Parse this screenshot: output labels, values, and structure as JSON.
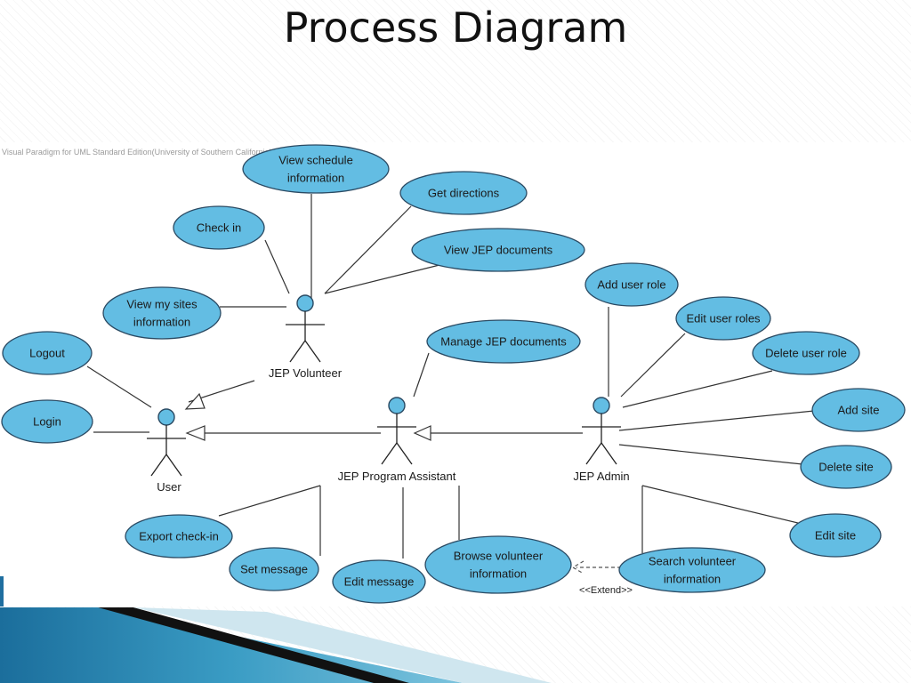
{
  "slide": {
    "title": "Process Diagram",
    "watermark": "Visual Paradigm for UML Standard Edition(University of Southern California)"
  },
  "actors": {
    "volunteer": "JEP Volunteer",
    "user": "User",
    "assistant": "JEP Program Assistant",
    "admin": "JEP Admin"
  },
  "use_cases": {
    "view_schedule": [
      "View schedule",
      "information"
    ],
    "get_directions": [
      "Get directions"
    ],
    "check_in": [
      "Check in"
    ],
    "view_jep_documents": [
      "View JEP documents"
    ],
    "view_my_sites": [
      "View my sites",
      "information"
    ],
    "logout": [
      "Logout"
    ],
    "login": [
      "Login"
    ],
    "manage_jep_documents": [
      "Manage JEP documents"
    ],
    "add_user_role": [
      "Add user role"
    ],
    "edit_user_roles": [
      "Edit user roles"
    ],
    "delete_user_role": [
      "Delete user role"
    ],
    "add_site": [
      "Add site"
    ],
    "delete_site": [
      "Delete site"
    ],
    "edit_site": [
      "Edit site"
    ],
    "export_check_in": [
      "Export check-in"
    ],
    "set_message": [
      "Set message"
    ],
    "edit_message": [
      "Edit message"
    ],
    "browse_volunteer": [
      "Browse volunteer",
      "information"
    ],
    "search_volunteer": [
      "Search volunteer",
      "information"
    ]
  },
  "relationship_labels": {
    "extend": "<<Extend>>"
  },
  "colors": {
    "use_case_fill": "#63bde3",
    "use_case_stroke": "#2a4a63"
  }
}
